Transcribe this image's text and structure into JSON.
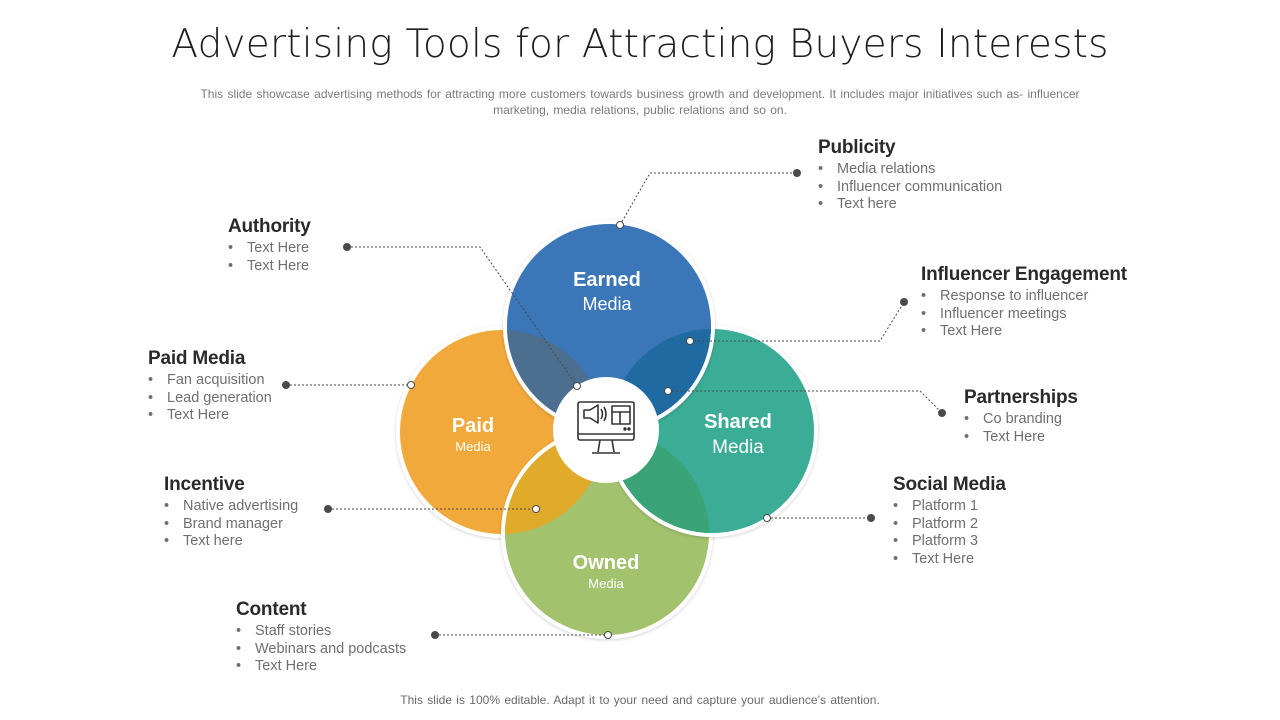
{
  "title": "Advertising Tools for Attracting Buyers Interests",
  "subtitle_line1": "This slide showcase advertising methods for attracting more customers towards business growth and development. It includes major initiatives such as- influencer",
  "subtitle_line2": "marketing, media relations, public relations and so on.",
  "footer": "This slide is 100% editable. Adapt it to your need and capture your audience’s attention.",
  "circles": {
    "earned": {
      "line1": "Earned",
      "line2": "Media",
      "color": "#3a76b8"
    },
    "paid": {
      "line1": "Paid",
      "line2": "Media",
      "color": "#f2a93b"
    },
    "shared": {
      "line1": "Shared",
      "line2": "Media",
      "color": "#3bac96"
    },
    "owned": {
      "line1": "Owned",
      "line2": "Media",
      "color": "#a3c26e"
    }
  },
  "center_icon": "computer-megaphone-icon",
  "blocks": {
    "publicity": {
      "title": "Publicity",
      "items": [
        "Media relations",
        "Influencer communication",
        "Text here"
      ]
    },
    "authority": {
      "title": "Authority",
      "items": [
        "Text Here",
        "Text Here"
      ]
    },
    "influencer": {
      "title": "Influencer Engagement",
      "items": [
        "Response to influencer",
        "Influencer meetings",
        "Text Here"
      ]
    },
    "paid_media": {
      "title": "Paid Media",
      "items": [
        "Fan acquisition",
        "Lead generation",
        "Text Here"
      ]
    },
    "partnerships": {
      "title": "Partnerships",
      "items": [
        "Co branding",
        "Text Here"
      ]
    },
    "incentive": {
      "title": "Incentive",
      "items": [
        "Native advertising",
        "Brand manager",
        "Text here"
      ]
    },
    "social": {
      "title": "Social Media",
      "items": [
        "Platform 1",
        "Platform 2",
        "Platform 3",
        "Text Here"
      ]
    },
    "content": {
      "title": "Content",
      "items": [
        "Staff stories",
        "Webinars and podcasts",
        "Text Here"
      ]
    }
  }
}
